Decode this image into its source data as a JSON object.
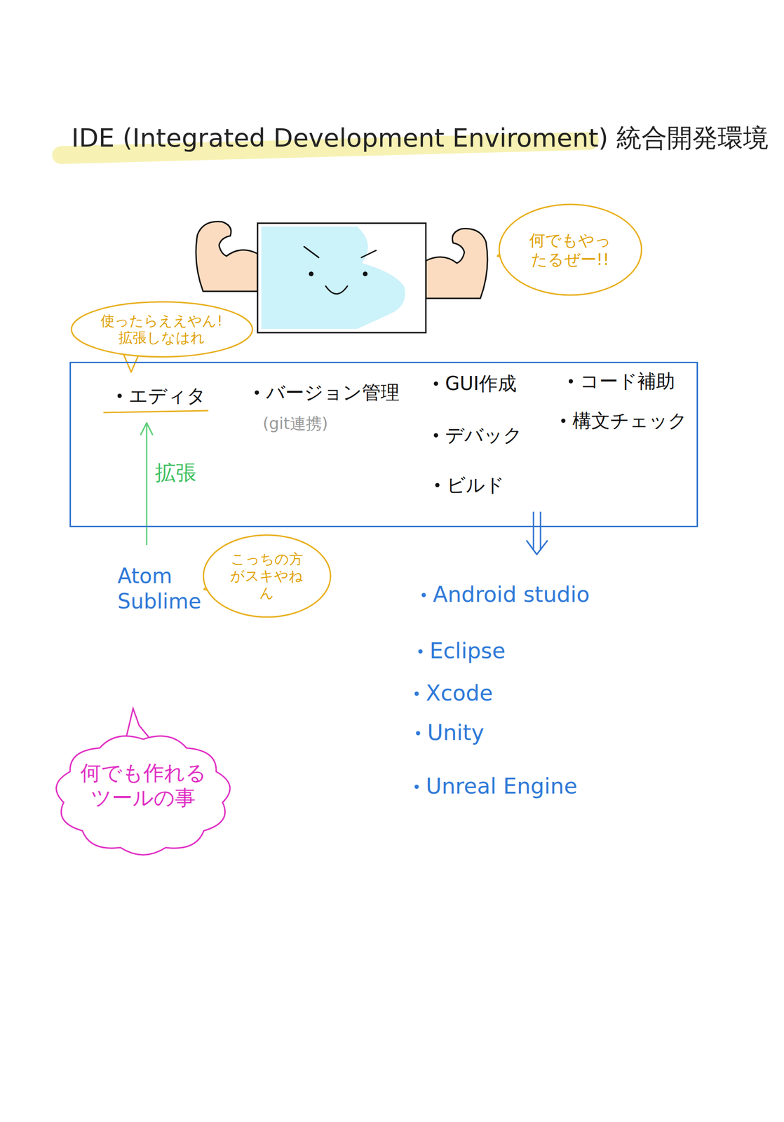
{
  "diagram": {
    "title": "IDE (Integrated Development Enviroment) 統合開発環境",
    "nodes": [
      {
        "text": [
          "エディタ",
          "バージョン管理",
          "(git連携)",
          "GUI作成",
          "デバック",
          "ビルド",
          "コード補助",
          "構文チェック"
        ]
      },
      {
        "text": [
          "何でもやったるぜー!!"
        ]
      },
      {
        "text": [
          "使ったらええやん! 拡張しなはれ"
        ]
      },
      {
        "text": [
          "こっちの方がスキやねん"
        ]
      },
      {
        "text": [
          "何でも作れるツールの事"
        ]
      }
    ],
    "labels": [
      "拡張",
      "Atom",
      "Sublime",
      "Android studio",
      "Eclipse",
      "Xcode",
      "Unity",
      "Unreal Engine"
    ]
  }
}
